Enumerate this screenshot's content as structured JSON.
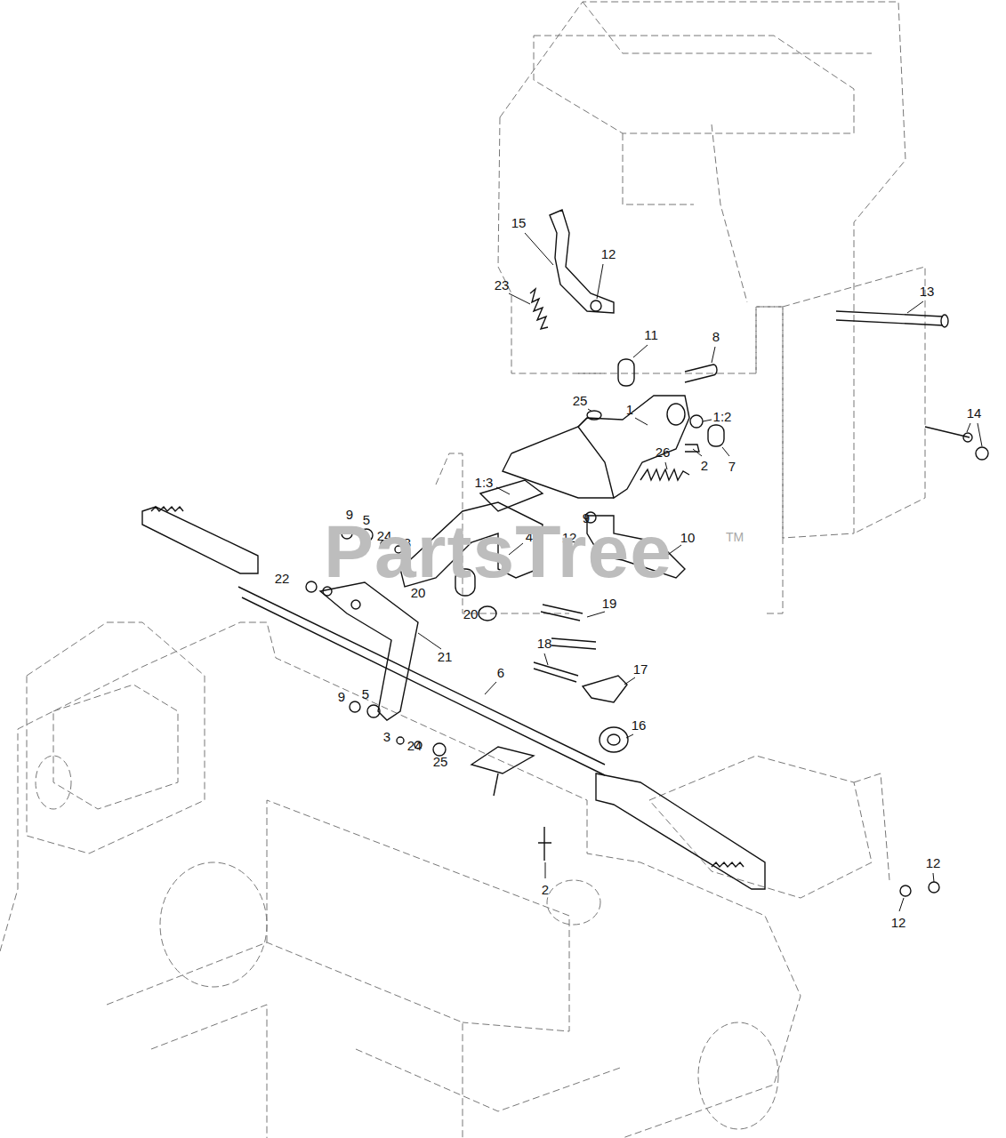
{
  "diagram": {
    "labels": [
      "15",
      "23",
      "12",
      "11",
      "8",
      "13",
      "14",
      "25",
      "1",
      "1:2",
      "2",
      "7",
      "26",
      "1:3",
      "9",
      "12",
      "4",
      "10",
      "9",
      "5",
      "24",
      "3",
      "22",
      "20",
      "20",
      "19",
      "21",
      "18",
      "17",
      "9",
      "5",
      "6",
      "3",
      "24",
      "25",
      "16",
      "2",
      "12",
      "12",
      "PartsTree",
      "TM"
    ]
  }
}
